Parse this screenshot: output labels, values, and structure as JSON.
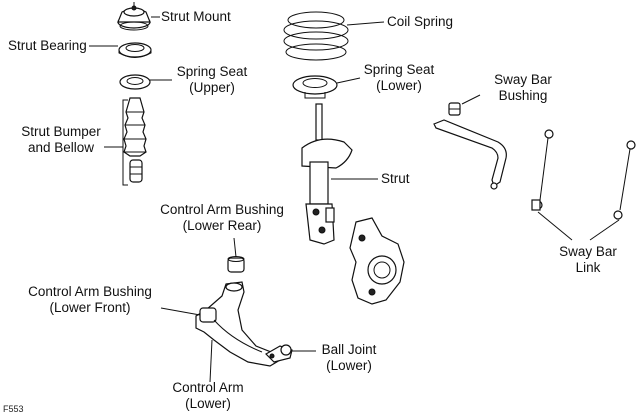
{
  "figure_id": "F553",
  "labels": {
    "strut_mount": "Strut Mount",
    "strut_bearing": "Strut Bearing",
    "spring_seat_upper_1": "Spring Seat",
    "spring_seat_upper_2": "(Upper)",
    "strut_bumper_1": "Strut Bumper",
    "strut_bumper_2": "and Bellow",
    "coil_spring": "Coil Spring",
    "spring_seat_lower_1": "Spring Seat",
    "spring_seat_lower_2": "(Lower)",
    "sway_bar_bushing_1": "Sway Bar",
    "sway_bar_bushing_2": "Bushing",
    "strut": "Strut",
    "sway_bar_link_1": "Sway Bar",
    "sway_bar_link_2": "Link",
    "ca_bushing_rear_1": "Control Arm Bushing",
    "ca_bushing_rear_2": "(Lower Rear)",
    "ca_bushing_front_1": "Control Arm Bushing",
    "ca_bushing_front_2": "(Lower Front)",
    "ball_joint_1": "Ball Joint",
    "ball_joint_2": "(Lower)",
    "control_arm_1": "Control Arm",
    "control_arm_2": "(Lower)"
  }
}
